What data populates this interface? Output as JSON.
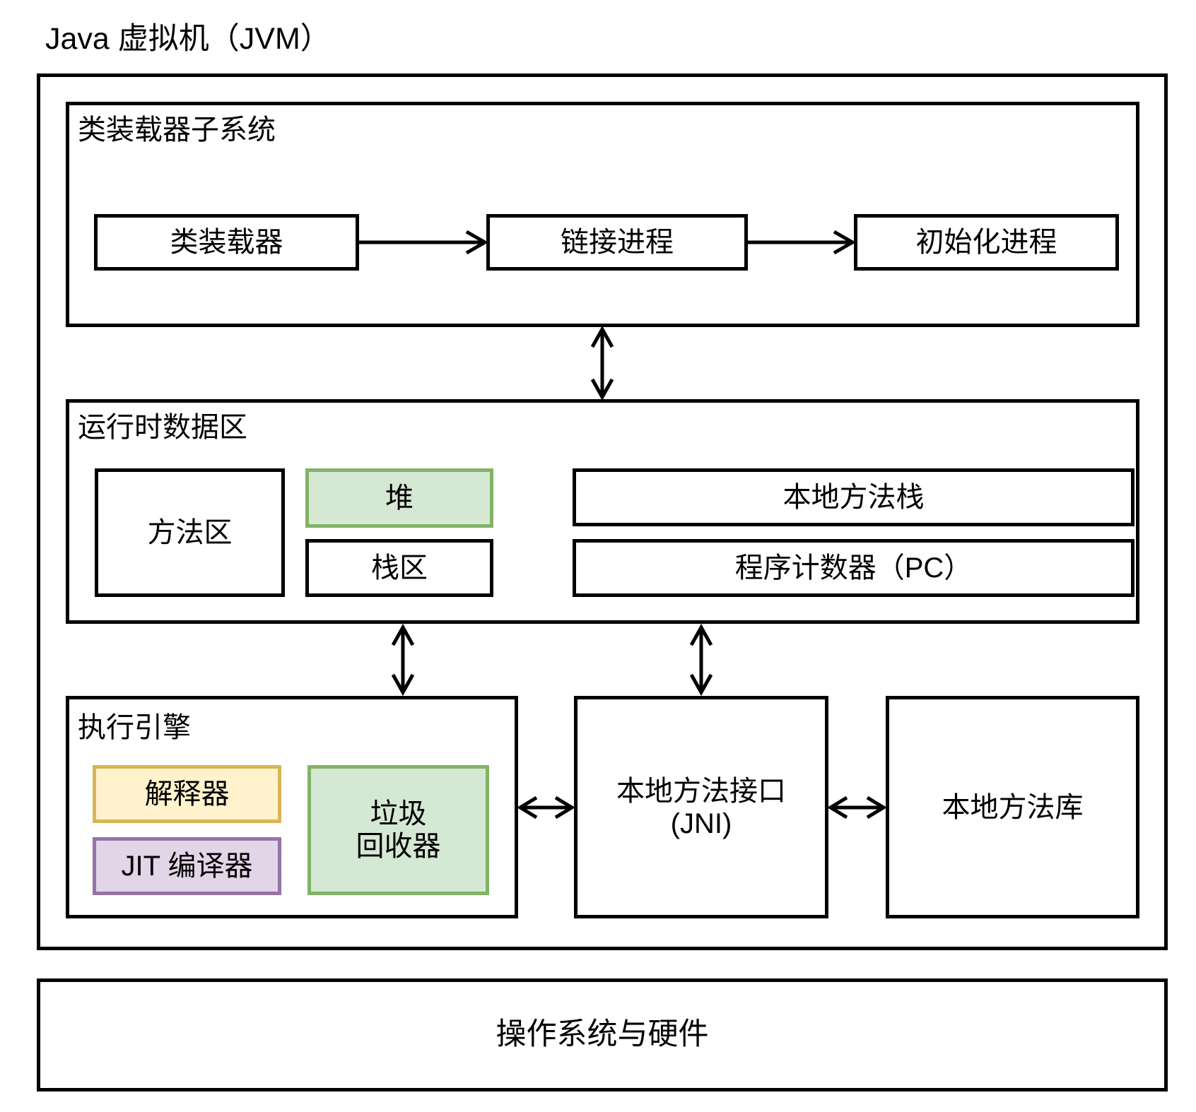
{
  "title": "Java 虚拟机（JVM）",
  "colors": {
    "outline": "#000000",
    "heap_fill": "#d5e8d4",
    "heap_border": "#82b366",
    "interpreter_fill": "#fff2cc",
    "interpreter_border": "#d6b656",
    "jit_fill": "#e1d5e7",
    "jit_border": "#9673a6"
  },
  "jvm": {
    "class_loader_subsystem": {
      "label": "类装载器子系统",
      "steps": [
        "类装载器",
        "链接进程",
        "初始化进程"
      ]
    },
    "runtime_data_area": {
      "label": "运行时数据区",
      "method_area": "方法区",
      "heap": "堆",
      "stack_area": "栈区",
      "native_method_stack": "本地方法栈",
      "program_counter": "程序计数器（PC）"
    },
    "execution_engine": {
      "label": "执行引擎",
      "interpreter": "解释器",
      "jit_compiler": "JIT 编译器",
      "garbage_collector_line1": "垃圾",
      "garbage_collector_line2": "回收器"
    },
    "jni": {
      "line1": "本地方法接口",
      "line2": "(JNI)"
    },
    "native_method_library": "本地方法库"
  },
  "os_layer": "操作系统与硬件"
}
